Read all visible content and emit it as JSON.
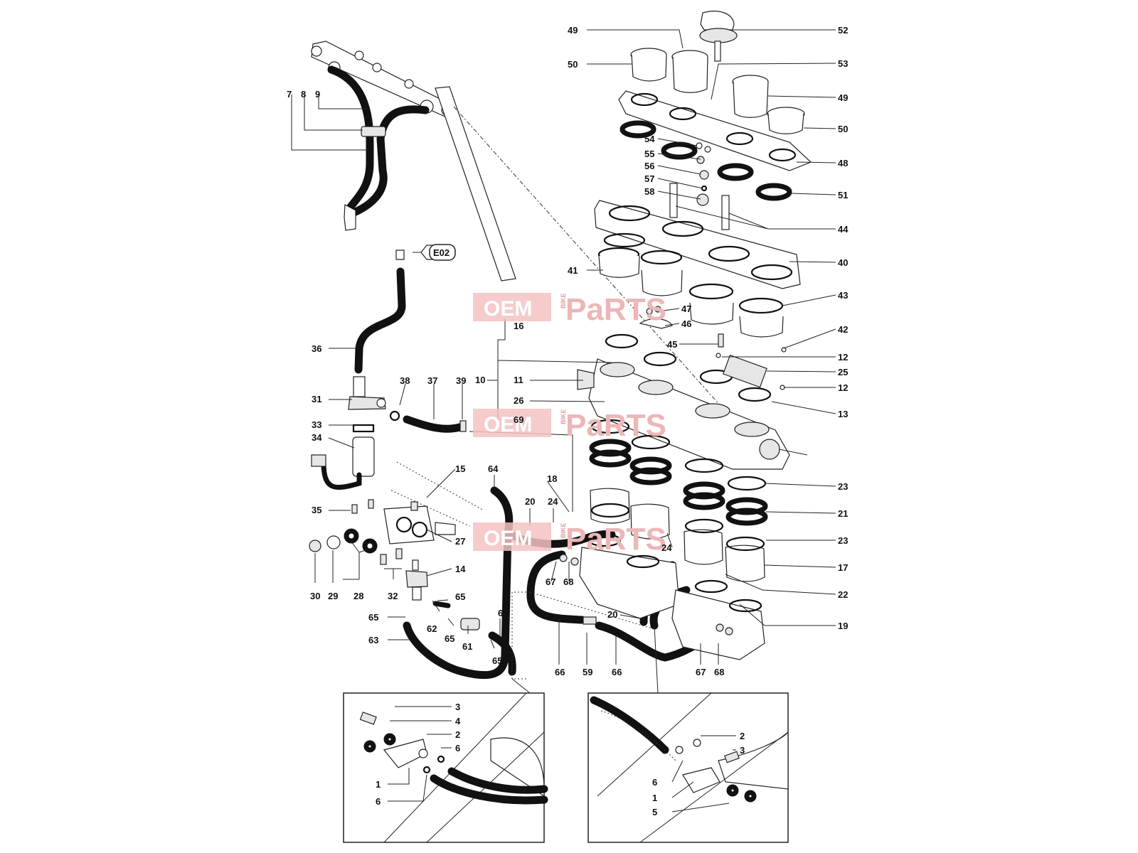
{
  "diagram": {
    "ref_tag": "E02",
    "watermark": {
      "brand_a": "OEM",
      "brand_b": "BIKE",
      "brand_c": "PaRTS"
    },
    "labels": {
      "n7": "7",
      "n8": "8",
      "n9": "9",
      "n16": "16",
      "n36": "36",
      "n31": "31",
      "n33": "33",
      "n34": "34",
      "n35": "35",
      "n38": "38",
      "n37": "37",
      "n39": "39",
      "n10": "10",
      "n11": "11",
      "n26": "26",
      "n69": "69",
      "n15": "15",
      "n64": "64",
      "n18": "18",
      "n20a": "20",
      "n24a": "24",
      "n27": "27",
      "n14": "14",
      "n30": "30",
      "n29": "29",
      "n28": "28",
      "n32": "32",
      "n65a": "65",
      "n65b": "65",
      "n65c": "65",
      "n65d": "65",
      "n62": "62",
      "n61": "61",
      "n60": "60",
      "n63": "63",
      "n66a": "66",
      "n59": "59",
      "n66b": "66",
      "n67a": "67",
      "n68a": "68",
      "n20b": "20",
      "n24b": "24",
      "n67b": "67",
      "n68b": "68",
      "n49a": "49",
      "n50a": "50",
      "n52": "52",
      "n53": "53",
      "n49b": "49",
      "n50b": "50",
      "n54": "54",
      "n55": "55",
      "n56": "56",
      "n57": "57",
      "n58": "58",
      "n48": "48",
      "n51": "51",
      "n44": "44",
      "n40": "40",
      "n41": "41",
      "n43": "43",
      "n47": "47",
      "n46": "46",
      "n45": "45",
      "n42": "42",
      "n12a": "12",
      "n25": "25",
      "n12b": "12",
      "n13": "13",
      "n23a": "23",
      "n21": "21",
      "n23b": "23",
      "n17": "17",
      "n22": "22",
      "n19": "19",
      "i1_3": "3",
      "i1_4": "4",
      "i1_2": "2",
      "i1_6a": "6",
      "i1_1": "1",
      "i1_6b": "6",
      "i2_2": "2",
      "i2_3": "3",
      "i2_6": "6",
      "i2_1": "1",
      "i2_5": "5"
    }
  }
}
